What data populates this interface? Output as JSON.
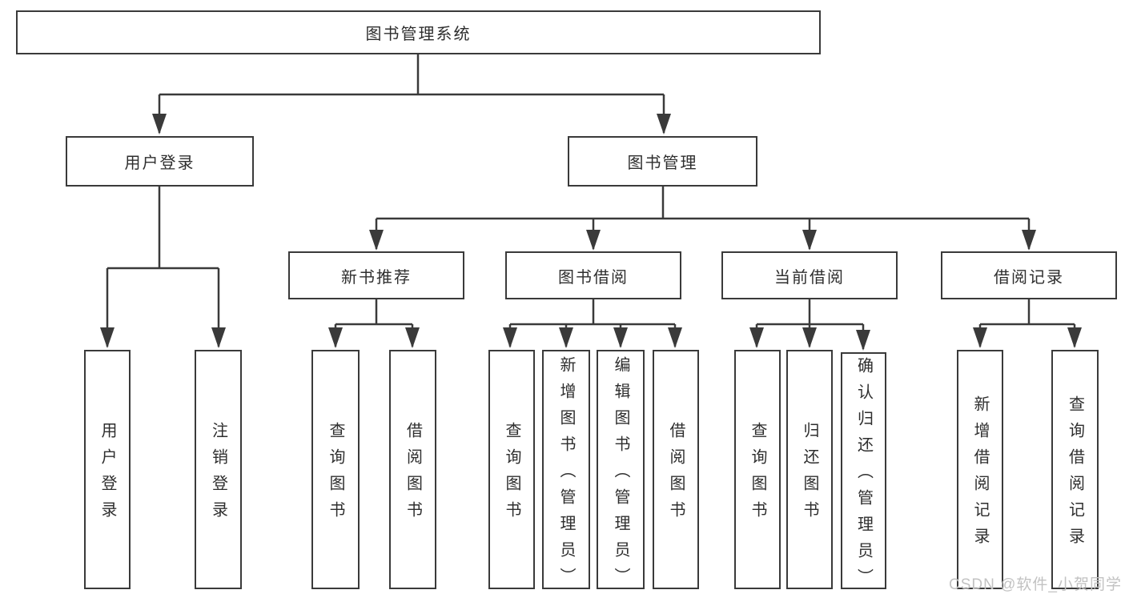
{
  "tree": {
    "label": "图书管理系统",
    "children": [
      {
        "label": "用户登录",
        "children": [
          {
            "label": "用户登录"
          },
          {
            "label": "注销登录"
          }
        ]
      },
      {
        "label": "图书管理",
        "children": [
          {
            "label": "新书推荐",
            "children": [
              {
                "label": "查询图书"
              },
              {
                "label": "借阅图书"
              }
            ]
          },
          {
            "label": "图书借阅",
            "children": [
              {
                "label": "查询图书"
              },
              {
                "label": "新增图书（管理员）"
              },
              {
                "label": "编辑图书（管理员）"
              },
              {
                "label": "借阅图书"
              }
            ]
          },
          {
            "label": "当前借阅",
            "children": [
              {
                "label": "查询图书"
              },
              {
                "label": "归还图书"
              },
              {
                "label": "确认归还（管理员）"
              }
            ]
          },
          {
            "label": "借阅记录",
            "children": [
              {
                "label": "新增借阅记录"
              },
              {
                "label": "查询借阅记录"
              }
            ]
          }
        ]
      }
    ]
  },
  "watermark": {
    "text": "CSDN @软件_小贺同学"
  },
  "colors": {
    "line": "#3a3a3a",
    "box_border": "#3a3a3a",
    "text": "#2e2e2e",
    "watermark": "#c2c2c2",
    "background": "#ffffff"
  }
}
